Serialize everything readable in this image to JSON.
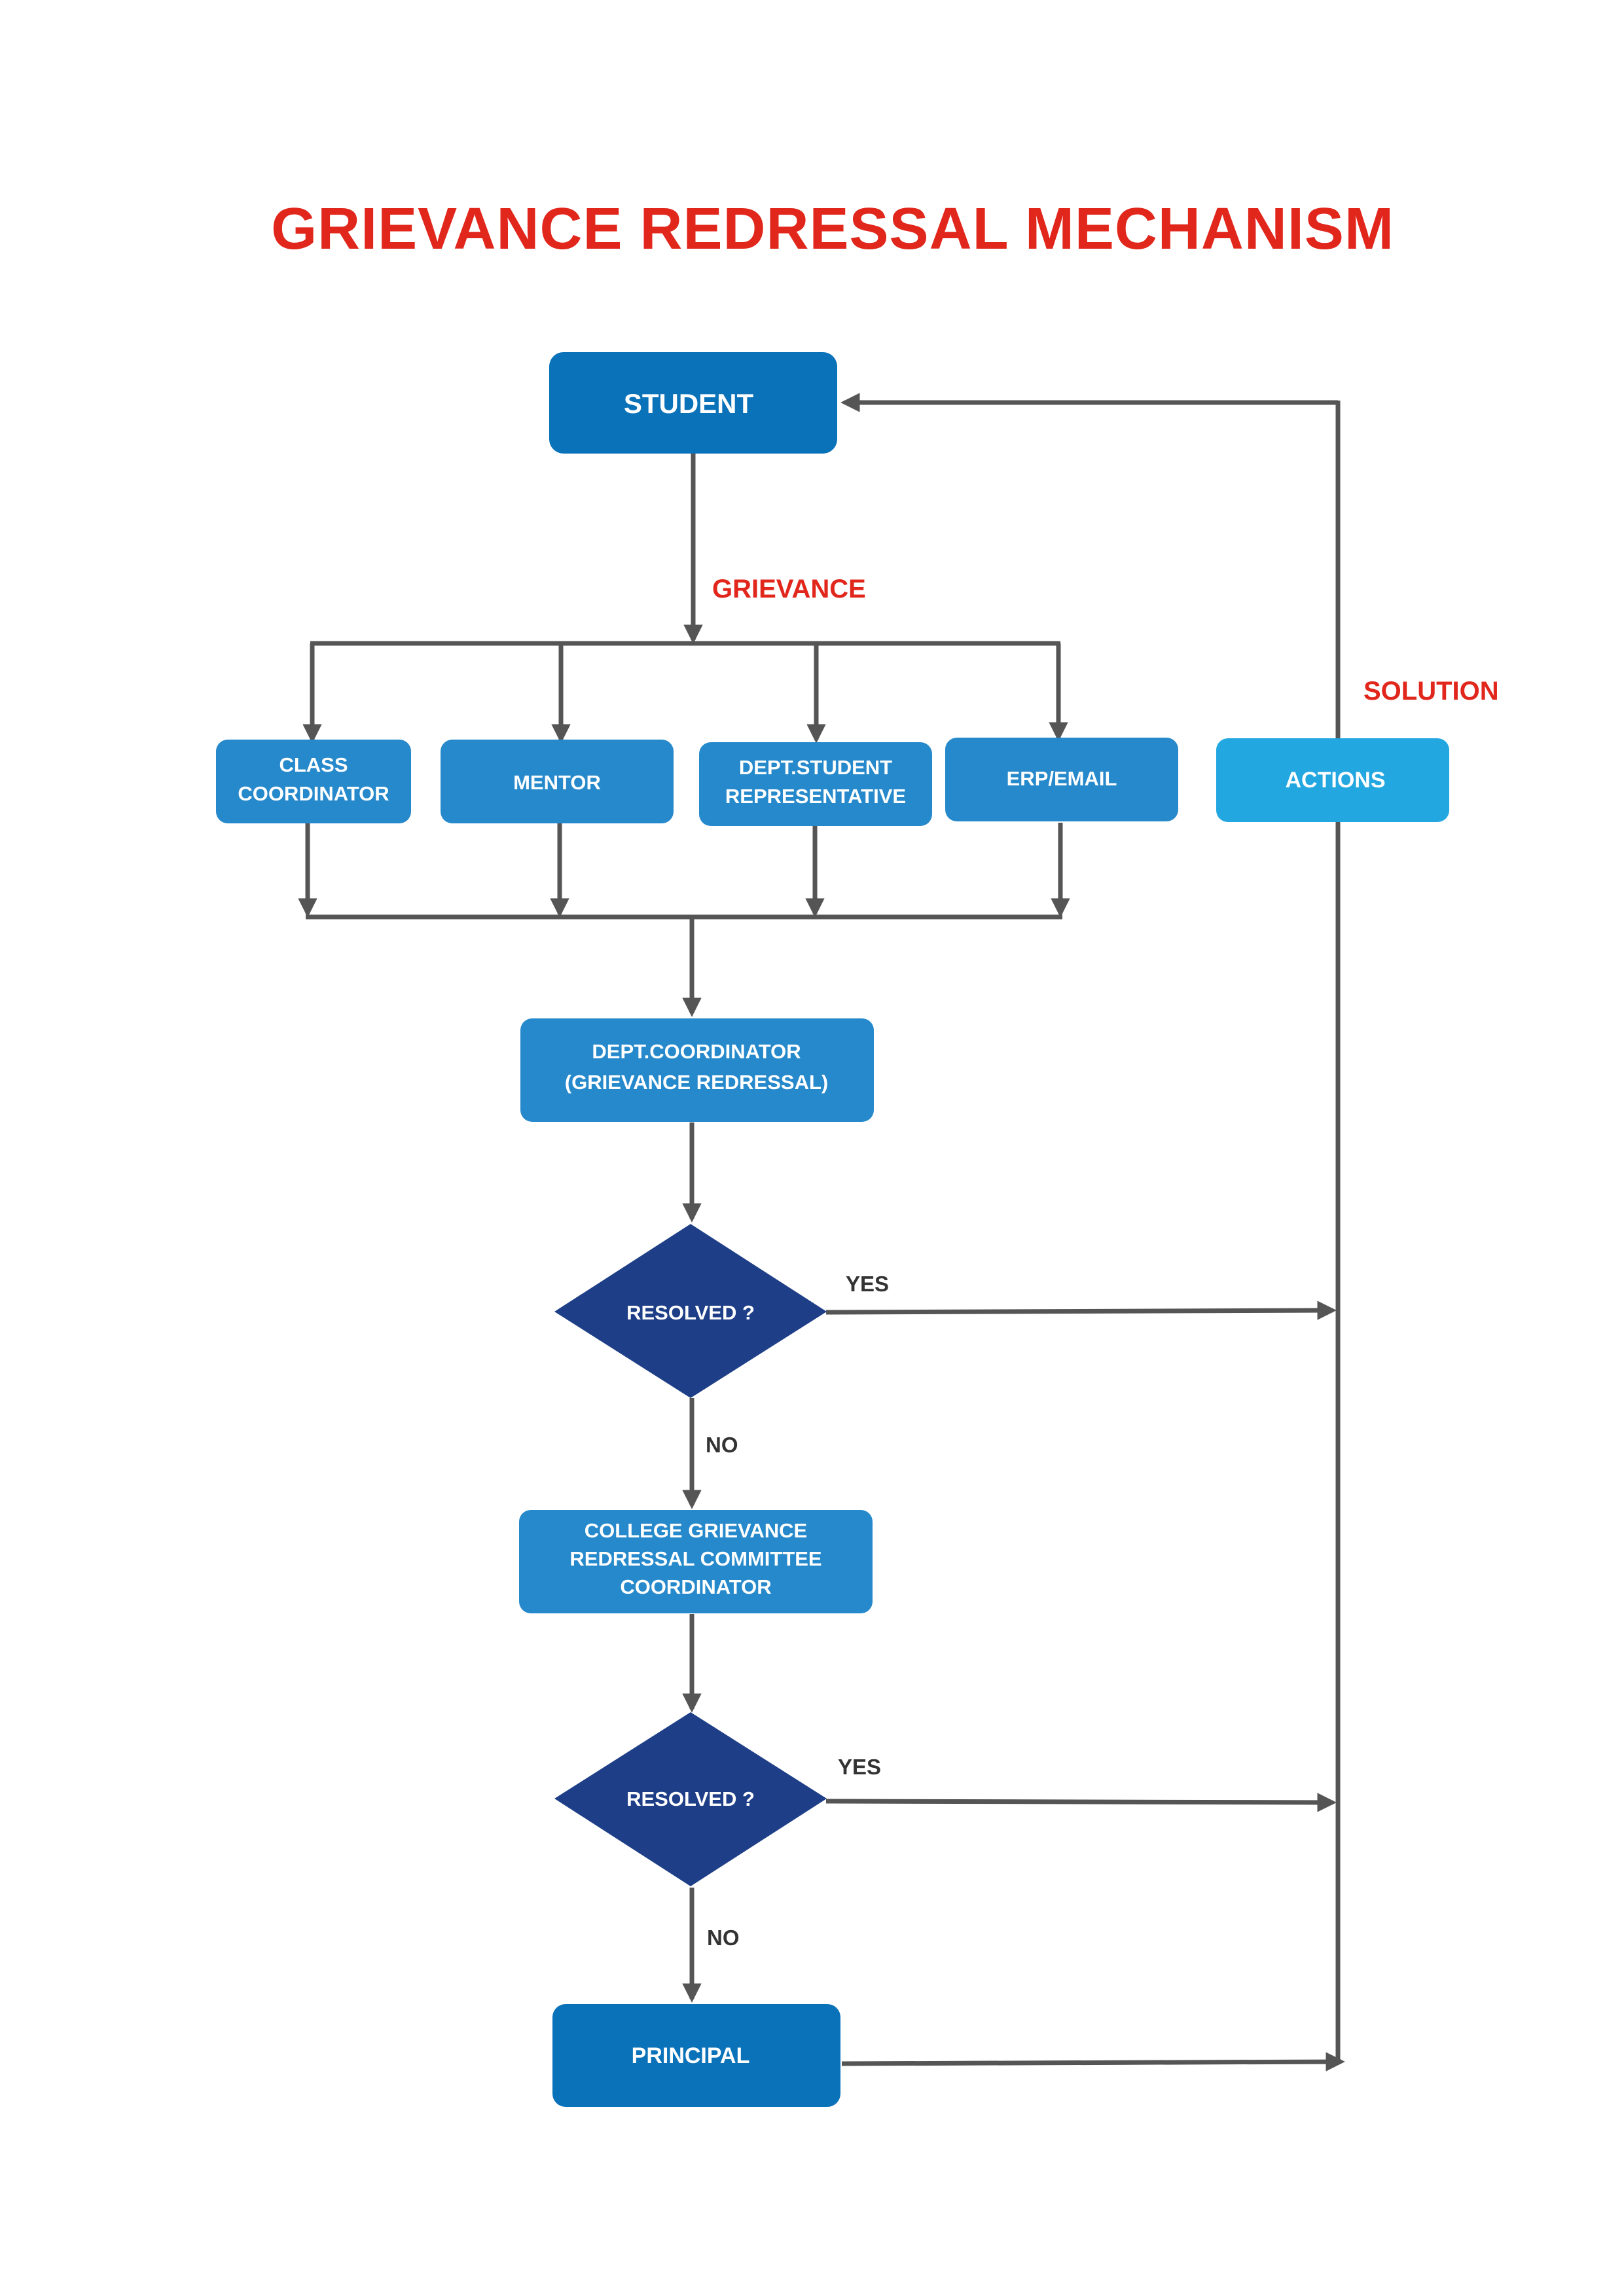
{
  "title": "GRIEVANCE REDRESSAL MECHANISM",
  "colors": {
    "title_red": "#e1261c",
    "box_blue": "#0a72b9",
    "box_mid_blue": "#2689cb",
    "box_light_blue": "#22a7e0",
    "diamond_navy": "#1e3f87",
    "connector_gray": "#555555"
  },
  "nodes": {
    "student": "STUDENT",
    "class_coordinator": [
      "CLASS",
      "COORDINATOR"
    ],
    "mentor": "MENTOR",
    "dept_student_rep": [
      "DEPT.STUDENT",
      "REPRESENTATIVE"
    ],
    "erp_email": "ERP/EMAIL",
    "actions": "ACTIONS",
    "dept_coordinator": [
      "DEPT.COORDINATOR",
      "(GRIEVANCE REDRESSAL)"
    ],
    "decision_1": "RESOLVED ?",
    "college_committee": [
      "COLLEGE GRIEVANCE",
      "REDRESSAL COMMITTEE",
      "COORDINATOR"
    ],
    "decision_2": "RESOLVED ?",
    "principal": "PRINCIPAL"
  },
  "edge_labels": {
    "grievance": "GRIEVANCE",
    "solution": "SOLUTION",
    "yes_1": "YES",
    "no_1": "NO",
    "yes_2": "YES",
    "no_2": "NO"
  }
}
